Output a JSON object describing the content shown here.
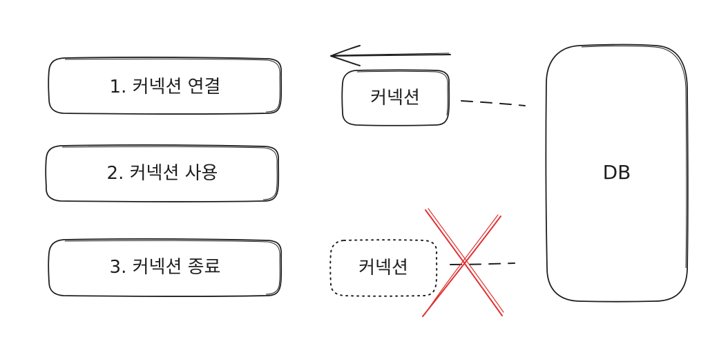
{
  "steps": [
    {
      "label": "1. 커넥션 연결"
    },
    {
      "label": "2. 커넥션 사용"
    },
    {
      "label": "3. 커넥션 종료"
    }
  ],
  "connection_active": {
    "label": "커넥션"
  },
  "connection_closed": {
    "label": "커넥션"
  },
  "database": {
    "label": "DB"
  },
  "colors": {
    "stroke": "#1e1e1e",
    "cross": "#e03131",
    "background": "#ffffff"
  }
}
